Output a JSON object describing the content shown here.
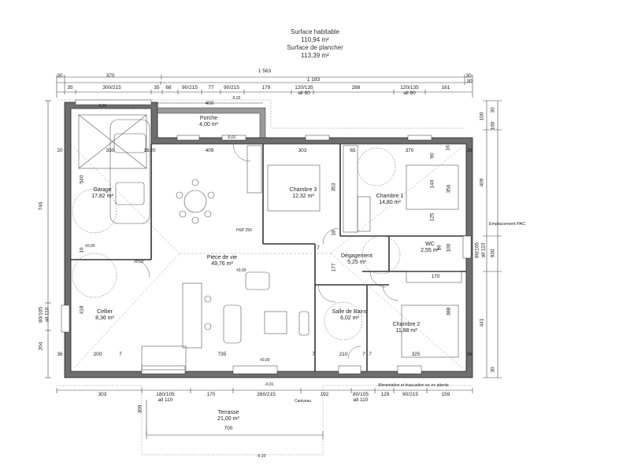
{
  "header": {
    "surface_habitable_label": "Surface habitable",
    "surface_habitable_value": "110,94 m²",
    "surface_plancher_label": "Surface de plancher",
    "surface_plancher_value": "113,39 m²"
  },
  "rooms": {
    "porche": {
      "name": "Porche",
      "area": "4,00 m²"
    },
    "garage": {
      "name": "Garage",
      "area": "17,82 m²"
    },
    "chambre3": {
      "name": "Chambre 3",
      "area": "12,32 m²"
    },
    "chambre1": {
      "name": "Chambre 1",
      "area": "14,80 m²"
    },
    "wc": {
      "name": "WC",
      "area": "2,55 m²"
    },
    "piece_de_vie": {
      "name": "Pièce de vie",
      "area": "49,76 m²"
    },
    "degagement": {
      "name": "Dégagement",
      "area": "5,25 m²"
    },
    "cellier": {
      "name": "Cellier",
      "area": "8,36 m²"
    },
    "salle_de_bains": {
      "name": "Salle de Bains",
      "area": "6,02 m²"
    },
    "chambre2": {
      "name": "Chambre 2",
      "area": "11,88 m²"
    },
    "terrasse": {
      "name": "Terrasse",
      "area": "21,00 m²"
    }
  },
  "top_dims": {
    "row1": [
      "30",
      "370",
      "1 563",
      "30"
    ],
    "row2": [
      "1 193",
      "30"
    ],
    "row3": [
      "35",
      "300/215",
      "35",
      "68",
      "90/215",
      "77",
      "90/215",
      "179",
      "120/135",
      "288",
      "120/135",
      "161"
    ],
    "row3_sub": [
      "all 80",
      "all 80"
    ],
    "porch": "400",
    "levels_top": [
      "-0,01",
      "-0,02"
    ]
  },
  "inner_dims": {
    "garage_w": "330",
    "garage_h": "540",
    "garage_16": "16",
    "living_w": "409",
    "ch3_w": "303",
    "ch3_65": "65",
    "ch1_w": "370",
    "ch1_16": "16",
    "d20_left": "20",
    "d20_garage": "20",
    "d36": "36",
    "d90": "90",
    "d140": "140",
    "d356": "356",
    "d353": "353",
    "d125": "125",
    "d18": "18",
    "d7_a": "7",
    "d177": "177",
    "d100": "100",
    "d16_wc": "16",
    "d170": "170",
    "d418": "418",
    "d204": "204",
    "d388": "388",
    "d200": "200",
    "d735": "735",
    "d210": "210",
    "d325": "325",
    "d7_b": "7",
    "d7_c": "7",
    "d7_d": "7",
    "d7_e": "7",
    "d36_bl": "36",
    "d36_br": "36",
    "d16_cel": "16"
  },
  "right_dims": [
    "100",
    "30",
    "409",
    "100",
    "441",
    "30",
    "80/105",
    "all 110",
    "930"
  ],
  "left_dims": [
    "746",
    "80/105",
    "all 110"
  ],
  "bottom_dims": [
    "303",
    "180/105",
    "all 110",
    "170",
    "260/215",
    "192",
    "80/105",
    "all 110",
    "129",
    "90/215",
    "159"
  ],
  "terrace_dims": {
    "w": "700",
    "h": "300"
  },
  "levels": {
    "porch": "-0,01",
    "living": "±0,00",
    "bottom_wall": "±0,00",
    "below": "-0,01",
    "terrace": "-0,10",
    "cellier_a": "±0,00",
    "cellier_b": "±0,00"
  },
  "notes": {
    "pac": "Emplacement PAC",
    "alimentation": "Alimentation et évacuation wc en attente",
    "caniveau": "Caniveau",
    "hsp": "HSP 250"
  }
}
